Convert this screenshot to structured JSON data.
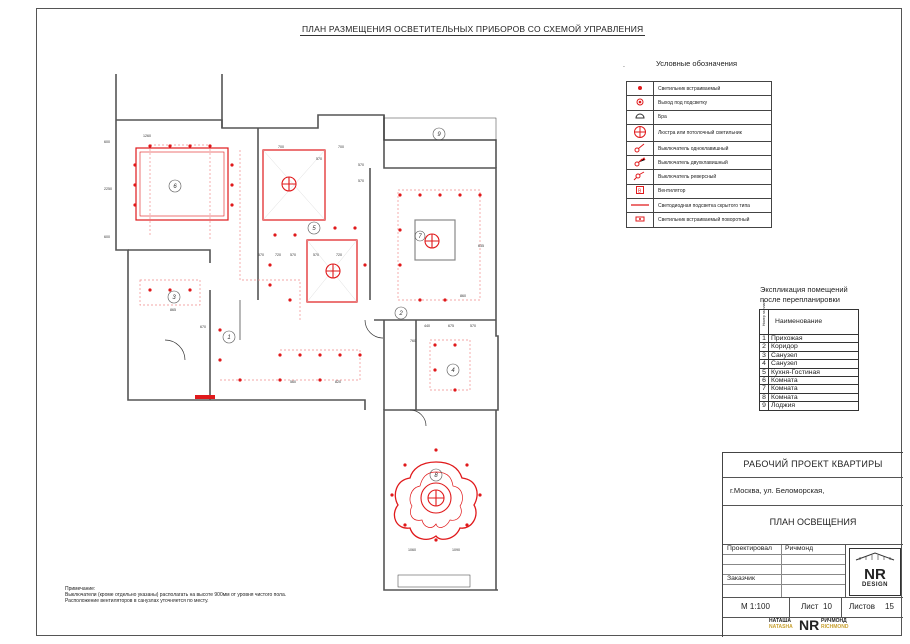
{
  "sheet_title": "ПЛАН РАЗМЕЩЕНИЯ ОСВЕТИТЕЛЬНЫХ ПРИБОРОВ СО СХЕМОЙ УПРАВЛЕНИЯ",
  "legend": {
    "title": "Условные обозначения",
    "items": [
      {
        "icon": "recessed-light-icon",
        "label": "Светильник встраиваемый"
      },
      {
        "icon": "backlight-outlet-icon",
        "label": "Выход под подсветку"
      },
      {
        "icon": "wall-lamp-icon",
        "label": "Бра"
      },
      {
        "icon": "chandelier-icon",
        "label": "Люстра или потолочный светильник"
      },
      {
        "icon": "single-switch-icon",
        "label": "Выключатель одноклавишный"
      },
      {
        "icon": "double-switch-icon",
        "label": "Выключатель двухклавишный"
      },
      {
        "icon": "reverse-switch-icon",
        "label": "Выключатель реверсный"
      },
      {
        "icon": "fan-icon",
        "label": "Вентилятор"
      },
      {
        "icon": "led-strip-icon",
        "label": "Светодиодная подсветка скрытого типа"
      },
      {
        "icon": "rotary-light-icon",
        "label": "Светильник встраиваемый поворотный"
      }
    ]
  },
  "explication": {
    "title_line1": "Экспликация помещений",
    "title_line2": "после перепланировки",
    "col_num": "Номер на плане",
    "col_name": "Наименование",
    "rooms": [
      {
        "num": "1",
        "name": "Прихожая"
      },
      {
        "num": "2",
        "name": "Коридор"
      },
      {
        "num": "3",
        "name": "Санузел"
      },
      {
        "num": "4",
        "name": "Санузел"
      },
      {
        "num": "5",
        "name": "Кухня-Гостиная"
      },
      {
        "num": "6",
        "name": "Комната"
      },
      {
        "num": "7",
        "name": "Комната"
      },
      {
        "num": "8",
        "name": "Комната"
      },
      {
        "num": "9",
        "name": "Лоджия"
      }
    ]
  },
  "stamp": {
    "project": "РАБОЧИЙ ПРОЕКТ КВАРТИРЫ",
    "address": "г.Москва, ул. Беломорская,",
    "plan": "ПЛАН ОСВЕЩЕНИЯ",
    "designed_label": "Проектировал",
    "designed_value": "Ричмонд",
    "customer_label": "Заказчик",
    "scale": "М 1:100",
    "sheet_label": "Лист",
    "sheet_value": "10",
    "sheets_label": "Листов",
    "sheets_value": "15",
    "logo_main": "NR",
    "logo_sub": "DESIGN",
    "footer_left_1": "НАТАША",
    "footer_left_2": "NATASHA",
    "footer_mid": "NR",
    "footer_right_1": "РИЧМОНД",
    "footer_right_2": "RICHMOND"
  },
  "note": {
    "title": "Примечание:",
    "line1": "Выключатели (кроме отдельно указаны) располагать на высоте 900мм от уровня чистого пола.",
    "line2": "Расположение вентиляторов в санузлах уточняется по месту."
  },
  "room_labels": [
    "1",
    "2",
    "3",
    "4",
    "5",
    "6",
    "7",
    "8",
    "9"
  ],
  "dimensions": [
    "1260",
    "600",
    "2250",
    "600",
    "700",
    "570",
    "570",
    "700",
    "570",
    "570",
    "720",
    "570",
    "570",
    "720",
    "670",
    "570",
    "560",
    "865",
    "820",
    "1600",
    "635",
    "440",
    "560",
    "865",
    "860",
    "760",
    "700",
    "1350",
    "400",
    "675",
    "570",
    "750",
    "350",
    "460",
    "1060",
    "1090",
    "1360",
    "100"
  ],
  "colors": {
    "line": "#333333",
    "accent": "#e0191b",
    "wire": "#f08a8a",
    "wall": "#555555"
  }
}
